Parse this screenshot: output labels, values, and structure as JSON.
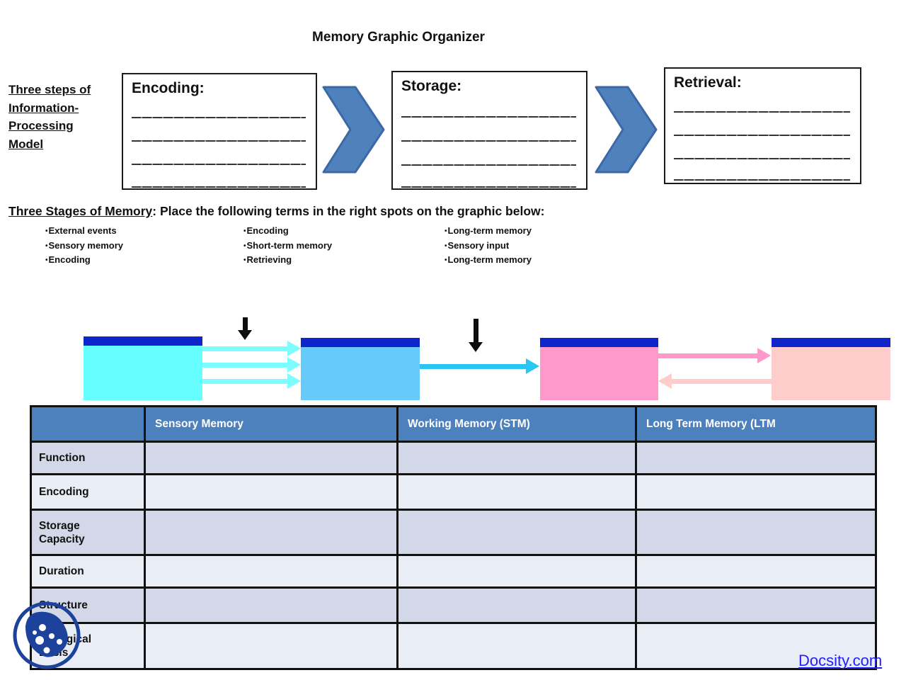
{
  "page": {
    "title": "Memory Graphic Organizer"
  },
  "model_label": {
    "lines": [
      "Three steps of",
      "Information-",
      "Processing",
      "Model"
    ]
  },
  "steps": [
    {
      "label": "Encoding:"
    },
    {
      "label": "Storage:"
    },
    {
      "label": "Retrieval:"
    }
  ],
  "instruction": {
    "underlined": "Three Stages of Memory",
    "rest": ": Place the following terms in the right spots on the graphic below:"
  },
  "terms": {
    "col1": [
      "External events",
      "Sensory memory",
      "Encoding"
    ],
    "col2": [
      "Encoding",
      "Short-term memory",
      "Retrieving"
    ],
    "col3": [
      "Long-term memory",
      "Sensory input",
      "Long-term memory"
    ]
  },
  "table": {
    "headers": [
      "",
      "Sensory Memory",
      "Working Memory (STM)",
      "Long Term Memory (LTM"
    ],
    "row_labels": [
      "Function",
      "Encoding",
      "Storage Capacity",
      "Duration",
      "Structure",
      "Biological Basis"
    ]
  },
  "watermark": {
    "label": "Docsity.com"
  },
  "colors": {
    "topbar": "#0f25cc",
    "cyan": "#66ffff",
    "skyblue": "#66cbfb",
    "pink": "#ff99cc",
    "ltpink": "#ffcccc",
    "cyanarrow": "#7dfdfd",
    "bluearrow": "#29c6f2",
    "chevron": "#4f81bd",
    "chevronedge": "#3c69a5",
    "headerblue": "#4d81bd",
    "rowdark": "#d2d8e8",
    "rowlight": "#e9edf5",
    "docsityblue": "#1f1fff",
    "logonavy": "#1c429c"
  }
}
